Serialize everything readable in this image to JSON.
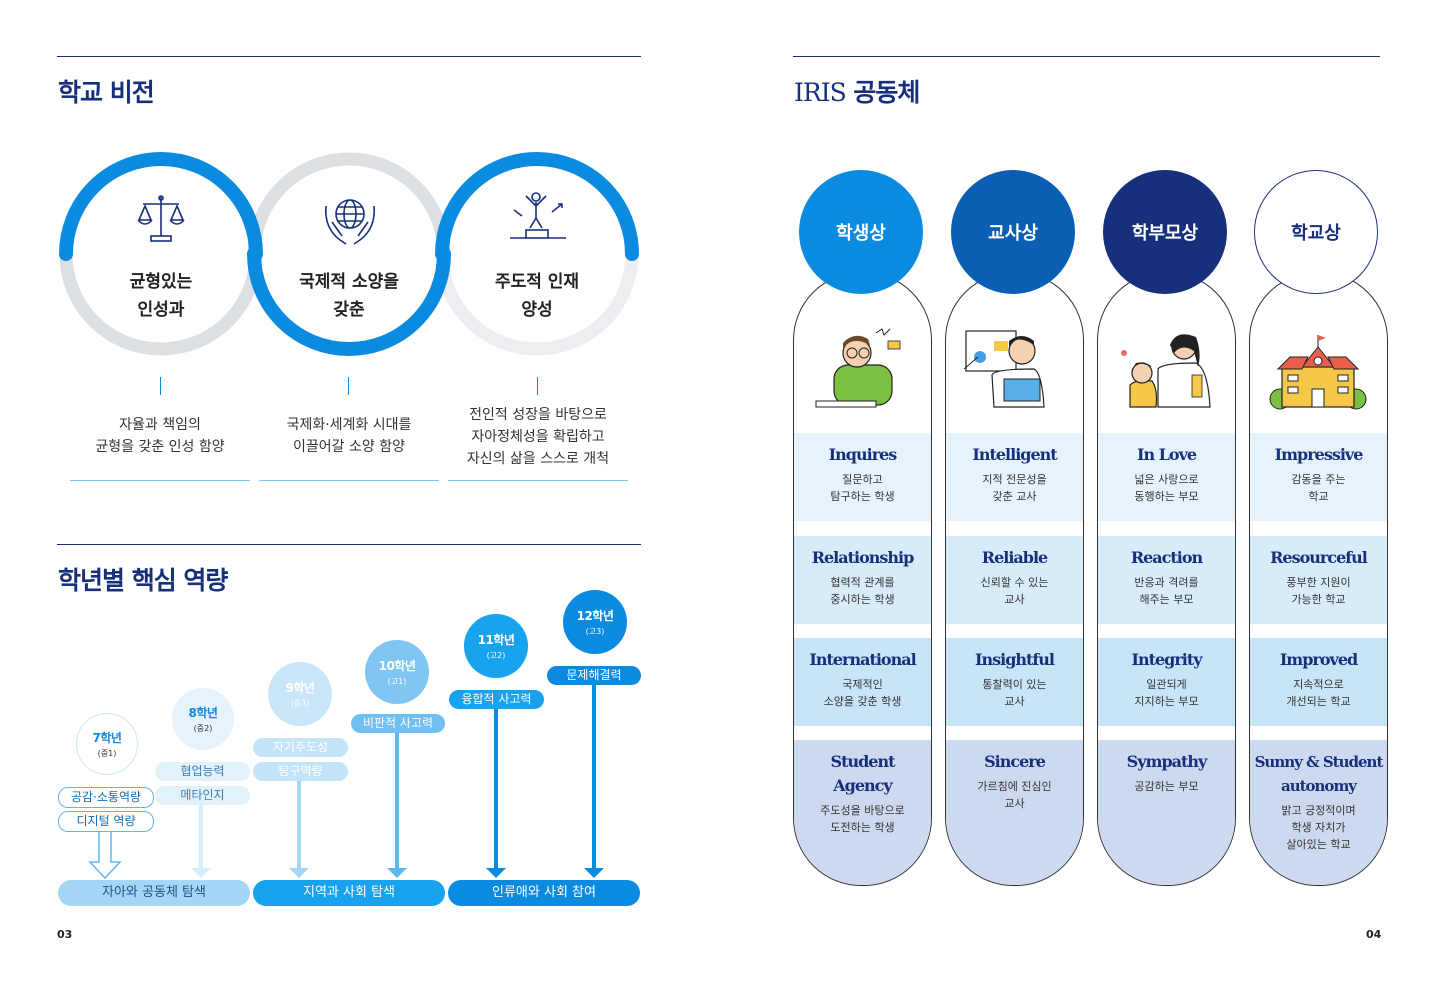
{
  "left": {
    "vision_title": "학교 비전",
    "visions": [
      {
        "label": "균형있는\n인성과",
        "desc": "자율과 책임의\n균형을 갖춘 인성 함양",
        "icon": "scale-icon"
      },
      {
        "label": "국제적 소양을\n갖춘",
        "desc": "국제화·세계화 시대를\n이끌어갈 소양 함양",
        "icon": "globe-hands-icon"
      },
      {
        "label": "주도적 인재\n양성",
        "desc": "전인적 성장을 바탕으로\n자아정체성을 확립하고\n자신의 삶을 스스로 개척",
        "icon": "achiever-icon"
      }
    ],
    "competency_title": "학년별 핵심 역량",
    "grades": [
      {
        "name": "7학년",
        "sub": "(중1)",
        "skills": [
          "공감·소통역량",
          "디지털 역량"
        ]
      },
      {
        "name": "8학년",
        "sub": "(중2)",
        "skills": [
          "협업능력",
          "메타인지"
        ]
      },
      {
        "name": "9학년",
        "sub": "(중3)",
        "skills": [
          "자기주도성",
          "탐구역량"
        ]
      },
      {
        "name": "10학년",
        "sub": "(고1)",
        "skills": [
          "비판적 사고력"
        ]
      },
      {
        "name": "11학년",
        "sub": "(고2)",
        "skills": [
          "융합적 사고력"
        ]
      },
      {
        "name": "12학년",
        "sub": "(고3)",
        "skills": [
          "문제해결력"
        ]
      }
    ],
    "bands": [
      "자아와 공동체 탐색",
      "지역과 사회 탐색",
      "인류애와 사회 참여"
    ],
    "page_number": "03"
  },
  "right": {
    "title_en": "IRIS",
    "title_ko": "공동체",
    "columns": [
      {
        "head": "학생상",
        "illustration": "student-illustration",
        "items": [
          {
            "en": "Inquires",
            "ko": "질문하고\n탐구하는 학생"
          },
          {
            "en": "Relationship",
            "ko": "협력적 관계를\n중시하는 학생"
          },
          {
            "en": "International",
            "ko": "국제적인\n소양을 갖춘 학생"
          },
          {
            "en": "Student\nAgency",
            "ko": "주도성을 바탕으로\n도전하는 학생"
          }
        ]
      },
      {
        "head": "교사상",
        "illustration": "teacher-illustration",
        "items": [
          {
            "en": "Intelligent",
            "ko": "지적 전문성을\n갖춘 교사"
          },
          {
            "en": "Reliable",
            "ko": "신뢰할 수 있는\n교사"
          },
          {
            "en": "Insightful",
            "ko": "통찰력이 있는\n교사"
          },
          {
            "en": "Sincere",
            "ko": "가르침에 진심인\n교사"
          }
        ]
      },
      {
        "head": "학부모상",
        "illustration": "parent-illustration",
        "items": [
          {
            "en": "In Love",
            "ko": "넓은 사랑으로\n동행하는 부모"
          },
          {
            "en": "Reaction",
            "ko": "반응과 격려를\n해주는 부모"
          },
          {
            "en": "Integrity",
            "ko": "일관되게\n지지하는 부모"
          },
          {
            "en": "Sympathy",
            "ko": "공감하는 부모"
          }
        ]
      },
      {
        "head": "학교상",
        "illustration": "school-illustration",
        "items": [
          {
            "en": "Impressive",
            "ko": "감동을 주는\n학교"
          },
          {
            "en": "Resourceful",
            "ko": "풍부한 지원이\n가능한 학교"
          },
          {
            "en": "Improved",
            "ko": "지속적으로\n개선되는 학교"
          },
          {
            "en": "Sunny & Student\nautonomy",
            "ko": "밝고 긍정적이며\n학생 자치가\n살아있는 학교"
          }
        ]
      }
    ],
    "page_number": "04"
  },
  "colors": {
    "navy": "#16307c",
    "blue": "#0b8be0",
    "sky": "#5fb7ef",
    "pale": "#c9e6f8",
    "gray_ring": "#dcdfe3"
  }
}
